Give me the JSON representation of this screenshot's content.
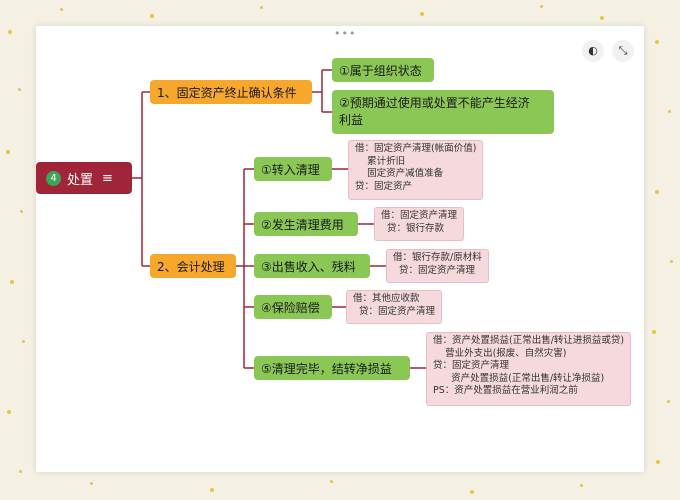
{
  "root": {
    "number": "4",
    "label": "处置",
    "menu_icon": "menu-lines-icon"
  },
  "controls": {
    "theme_icon": "◐",
    "collapse_icon": "⤡"
  },
  "branch1": {
    "label": "1、固定资产终止确认条件",
    "children": [
      {
        "label": "①属于组织状态"
      },
      {
        "label_line1": "②预期通过使用或处置不能产生经济",
        "label_line2": "利益"
      }
    ]
  },
  "branch2": {
    "label": "2、会计处理",
    "children": [
      {
        "label": "①转入清理",
        "note": [
          "借：固定资产清理(帐面价值)",
          "    累计折旧",
          "    固定资产减值准备",
          "贷：固定资产"
        ]
      },
      {
        "label": "②发生清理费用",
        "note": [
          "借：固定资产清理",
          "  贷：银行存款"
        ]
      },
      {
        "label": "③出售收入、残料",
        "note": [
          "借：银行存款/原材料",
          "  贷：固定资产清理"
        ]
      },
      {
        "label": "④保险赔偿",
        "note": [
          "借：其他应收款",
          "  贷：固定资产清理"
        ]
      },
      {
        "label": "⑤清理完毕，结转净损益",
        "note": [
          "借：资产处置损益(正常出售/转让进损益或贷)",
          "    营业外支出(报废、自然灾害)",
          "贷：固定资产清理",
          "      资产处置损益(正常出售/转让净损益)",
          "PS：资产处置损益在营业利润之前"
        ]
      }
    ]
  },
  "colors": {
    "root": "#a12538",
    "level1": "#f6a72c",
    "level2": "#8bc755",
    "note": "#f5d9dd",
    "line": "#a12538"
  }
}
